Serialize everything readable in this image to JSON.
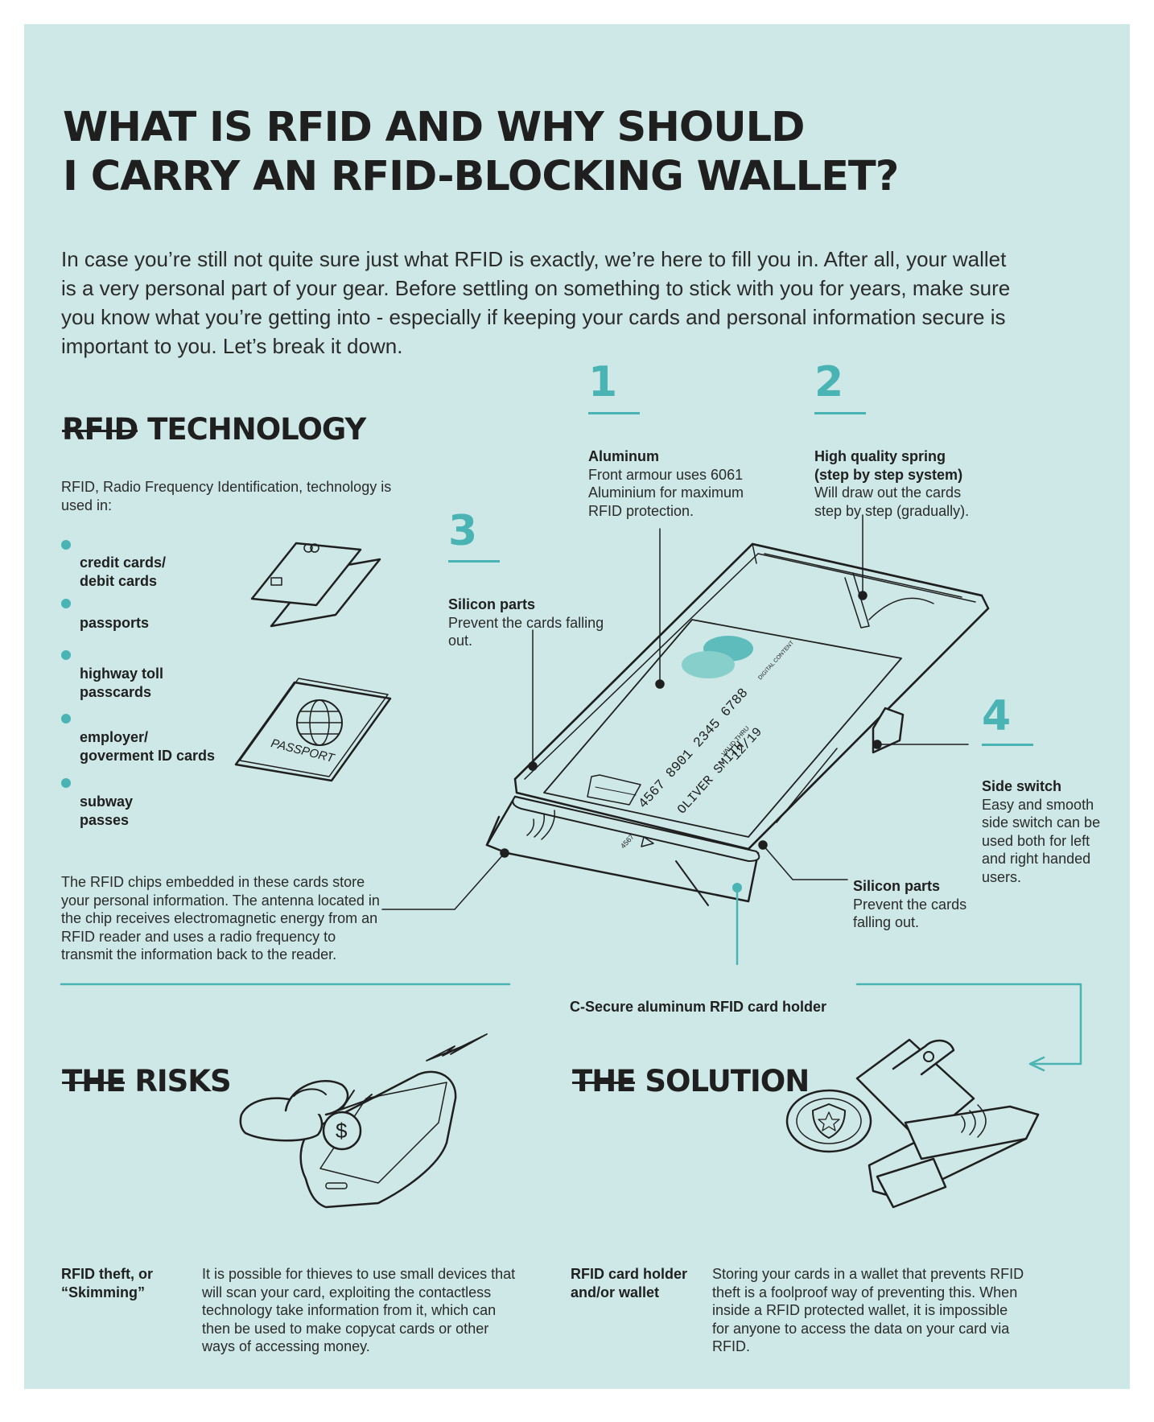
{
  "title": {
    "line1": "WHAT IS RFID AND WHY SHOULD",
    "line2": "I CARRY AN RFID-BLOCKING WALLET?"
  },
  "intro": "In case you’re still not quite sure just what RFID is exactly, we’re here to fill you in. After all, your wallet is a very personal part of your gear. Before settling on something to stick with you for years, make sure you know what you’re getting into - especially if keeping your cards and personal information secure is important to you. Let’s break it down.",
  "rfid_technology": {
    "heading_strike": "RFID",
    "heading_rest": " TECHNOLOGY",
    "description": "RFID, Radio Frequency Identification, technology is used in:",
    "items": [
      {
        "line1": "credit cards/",
        "line2": "debit cards"
      },
      {
        "line1": "passports",
        "line2": ""
      },
      {
        "line1": "highway toll",
        "line2": "passcards"
      },
      {
        "line1": "employer/",
        "line2": "goverment ID cards"
      },
      {
        "line1": "subway",
        "line2": "passes"
      }
    ],
    "passport_label": "PASSPORT",
    "chips_text": "The RFID chips embedded in these cards store your personal information. The antenna located in the chip receives electromagnetic energy from an RFID reader and uses a radio frequency to transmit the information back to the reader."
  },
  "features": [
    {
      "number": "1",
      "title": "Aluminum",
      "text": "Front armour uses 6061 Aluminium for maximum RFID protection."
    },
    {
      "number": "2",
      "title": "High quality spring (step by step system)",
      "text": "Will draw out the cards step by step (gradually)."
    },
    {
      "number": "3",
      "title": "Silicon parts",
      "text": "Prevent the cards falling out."
    },
    {
      "number": "4",
      "title": "Side switch",
      "text": "Easy and smooth side switch can be used both for left and right handed users."
    }
  ],
  "silicon_bottom": {
    "title": "Silicon parts",
    "text": "Prevent the cards falling out."
  },
  "card": {
    "number": "4567 8901 2345 6788",
    "expiry": "12/19",
    "valid_thru": "VALID THRU",
    "name": "OLIVER SMITH",
    "brand": "DIGITAL CONTENT",
    "slot_code": "4567"
  },
  "product_caption": "C-Secure aluminum RFID card holder",
  "risks": {
    "heading_strike": "THE",
    "heading_rest": " RISKS",
    "label": "RFID theft, or “Skimming”",
    "text": "It is possible for thieves to use small devices that will scan your card, exploiting the contactless technology take information from it, which can then be used to make copycat cards or other ways of accessing money."
  },
  "solution": {
    "heading_strike": "THE",
    "heading_rest": " SOLUTION",
    "label": "RFID card holder and/or wallet",
    "text": "Storing your cards in a wallet that prevents RFID theft is a foolproof way of preventing this. When inside a RFID protected wallet, it is impossible for anyone to access the data on your card via RFID."
  },
  "colors": {
    "background": "#cde8e6",
    "accent": "#4ab3b3",
    "text": "#1f1f1f"
  }
}
